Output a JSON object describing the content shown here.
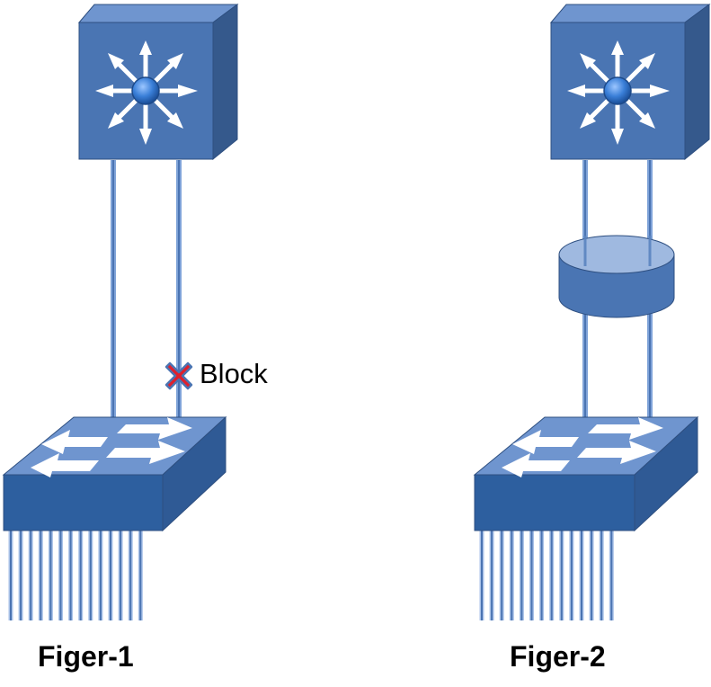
{
  "figures": [
    {
      "caption": "Figer-1",
      "uplinks": 2,
      "blocked_link_label": "Block",
      "downlink_ports": 14
    },
    {
      "caption": "Figer-2",
      "uplinks": 2,
      "bundle_shape": "cylinder",
      "downlink_ports": 14
    }
  ],
  "colors": {
    "device_front": "#4a75b3",
    "device_top": "#7c9ed4",
    "device_side": "#37608f",
    "link": "#5b84c0",
    "block_x": "#e0202c",
    "arrow": "#ffffff",
    "center_orb": "#2a6cc4"
  },
  "icons": [
    "multilayer-switch-icon",
    "layer2-switch-icon",
    "blocked-link-x-icon",
    "port-channel-cylinder-icon"
  ]
}
